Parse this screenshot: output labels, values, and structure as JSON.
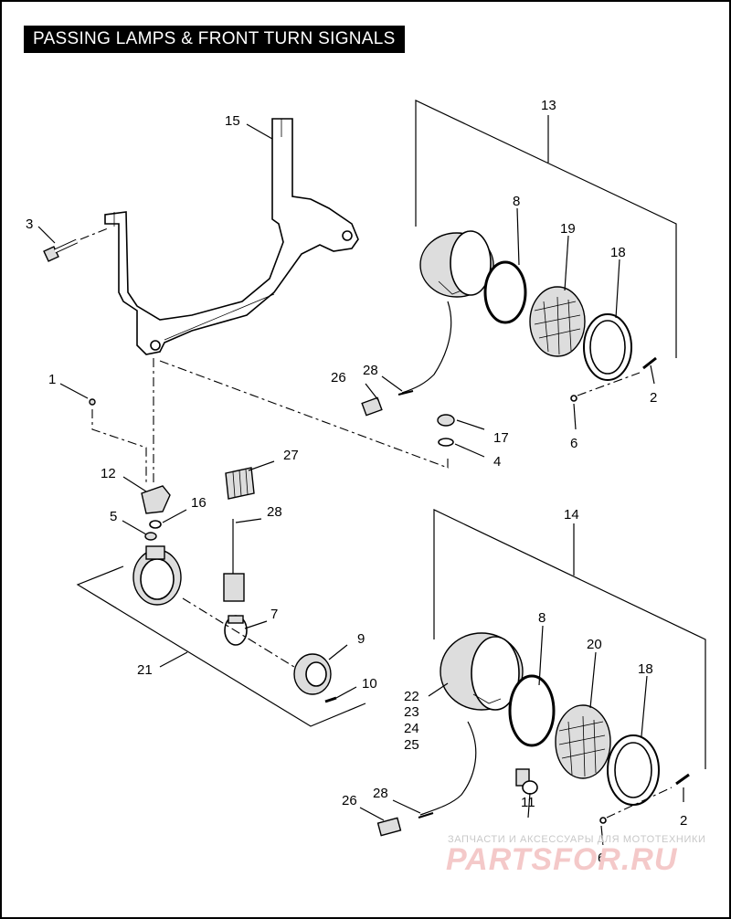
{
  "title": "PASSING LAMPS & FRONT TURN SIGNALS",
  "callouts": {
    "c1": "1",
    "c2a": "2",
    "c2b": "2",
    "c3": "3",
    "c4": "4",
    "c5": "5",
    "c6a": "6",
    "c6b": "6",
    "c7": "7",
    "c8a": "8",
    "c8b": "8",
    "c9": "9",
    "c10": "10",
    "c11": "11",
    "c12": "12",
    "c13": "13",
    "c14": "14",
    "c15": "15",
    "c16": "16",
    "c17": "17",
    "c18a": "18",
    "c18b": "18",
    "c19": "19",
    "c20": "20",
    "c21": "21",
    "c22": "22",
    "c23": "23",
    "c24": "24",
    "c25": "25",
    "c26a": "26",
    "c26b": "26",
    "c27": "27",
    "c28a": "28",
    "c28b": "28",
    "c28c": "28"
  },
  "watermark": {
    "caption": "ЗАПЧАСТИ И АКСЕССУАРЫ ДЛЯ МОТОТЕХНИКИ",
    "logo": "PARTSFOR.RU"
  }
}
